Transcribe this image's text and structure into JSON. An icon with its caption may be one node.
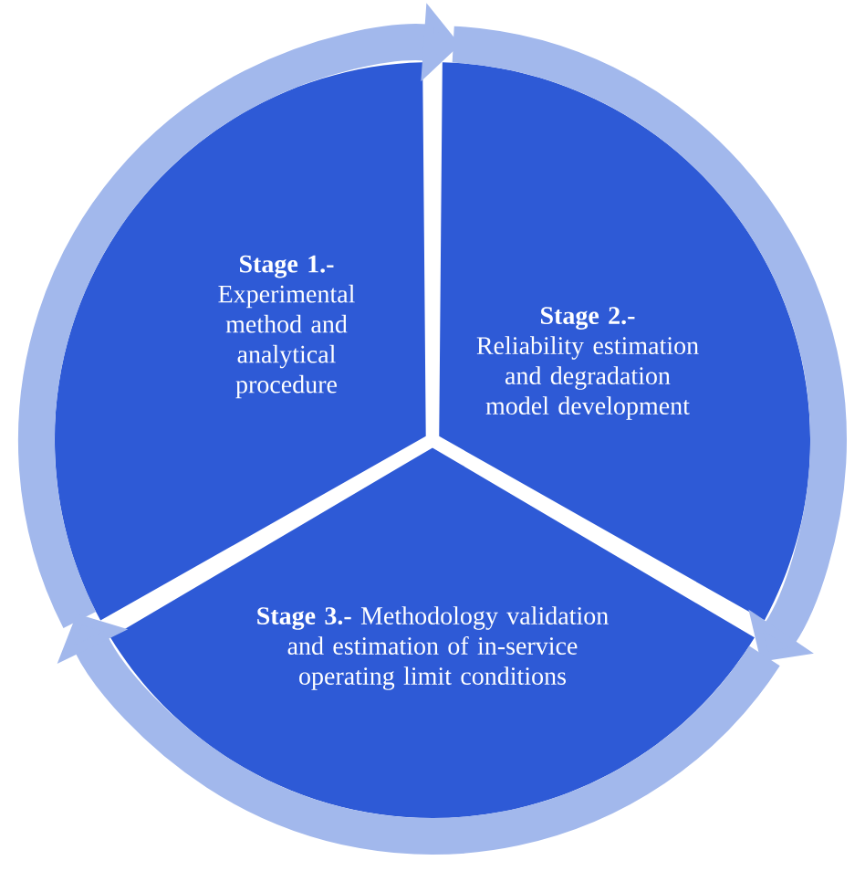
{
  "diagram": {
    "nodes": [
      {
        "text": [
          "Stage 1.-",
          "Experimental method and analytical procedure"
        ]
      },
      {
        "text": [
          "Stage 2.-",
          "Reliability estimation and degradation model development"
        ]
      },
      {
        "text": [
          "Stage 3.-",
          "Methodology validation and estimation of in-service operating limit conditions"
        ]
      }
    ],
    "edges": [
      {
        "from": 0,
        "to": 1,
        "arrow": "to"
      },
      {
        "from": 1,
        "to": 2,
        "arrow": "to"
      },
      {
        "from": 2,
        "to": 0,
        "arrow": "to"
      }
    ]
  }
}
